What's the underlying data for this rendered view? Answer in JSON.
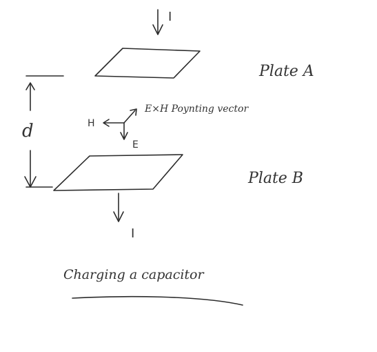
{
  "labels": {
    "current_top": "I",
    "current_bottom": "I",
    "plate_a": "Plate A",
    "plate_b": "Plate B",
    "distance": "d",
    "h_field": "H",
    "e_field": "E",
    "poynting": "E×H  Poynting vector",
    "caption": "Charging a capacitor"
  }
}
